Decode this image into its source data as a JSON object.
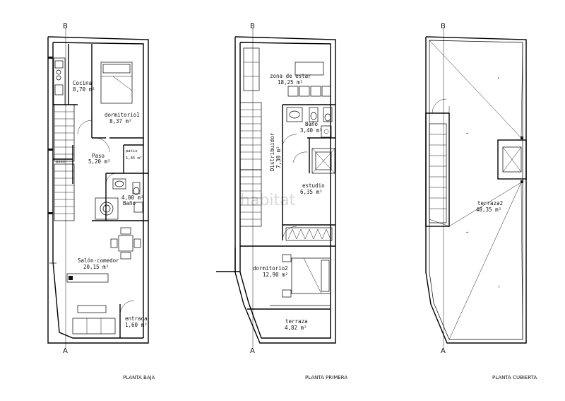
{
  "watermark": "habitat",
  "axis_marks": {
    "top": "B",
    "bottom": "A"
  },
  "plans": {
    "ground": {
      "title": "PLANTA BAJA",
      "rooms": {
        "cocina": {
          "name": "Cocina",
          "area": "8,70 m²"
        },
        "dormitorio1": {
          "name": "dormitorio1",
          "area": "8,37 m²"
        },
        "paso": {
          "name": "Paso",
          "area": "5,20 m²"
        },
        "patio": {
          "name": "patio",
          "area": "1,45 m²"
        },
        "aseo": {
          "name": "aseo"
        },
        "bano": {
          "name": "Baño",
          "area": "4,00 m²"
        },
        "salon": {
          "name": "Salón-comedor",
          "area": "20,15 m²"
        },
        "entrada": {
          "name": "entrada",
          "area": "1,60 m²"
        }
      }
    },
    "first": {
      "title": "PLANTA PRIMERA",
      "rooms": {
        "estar": {
          "name": "zona de estar",
          "area": "18,25 m²"
        },
        "bano": {
          "name": "Baño",
          "area": "3,40 m²"
        },
        "distribuidor": {
          "name": "Distribuidor",
          "area": "7,30 m²"
        },
        "estudio": {
          "name": "estudio",
          "area": "6,35 m²"
        },
        "dormitorio2": {
          "name": "dormitorio2",
          "area": "12,90 m²"
        },
        "terraza": {
          "name": "terraza",
          "area": "4,82 m²"
        }
      }
    },
    "roof": {
      "title": "PLANTA CUBIERTA",
      "rooms": {
        "terraza2": {
          "name": "terraza2",
          "area": "48,35 m²"
        }
      }
    }
  }
}
